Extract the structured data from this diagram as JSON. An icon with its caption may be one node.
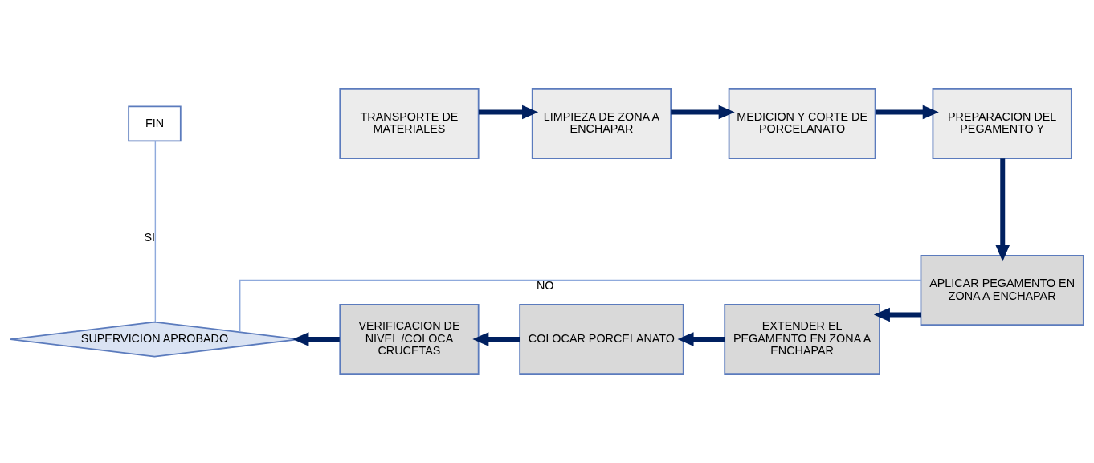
{
  "diagram": {
    "nodes": [
      {
        "text": [
          "FIN"
        ]
      },
      {
        "text": [
          "SUPERVICION APROBADO"
        ]
      },
      {
        "text": [
          "TRANSPORTE DE MATERIALES"
        ]
      },
      {
        "text": [
          "LIMPIEZA DE ZONA A ENCHAPAR"
        ]
      },
      {
        "text": [
          "MEDICION Y CORTE DE PORCELANATO"
        ]
      },
      {
        "text": [
          "PREPARACION DEL PEGAMENTO Y"
        ]
      },
      {
        "text": [
          "APLICAR PEGAMENTO EN ZONA A ENCHAPAR"
        ]
      },
      {
        "text": [
          "EXTENDER EL PEGAMENTO EN ZONA A ENCHAPAR"
        ]
      },
      {
        "text": [
          "COLOCAR PORCELANATO"
        ]
      },
      {
        "text": [
          "VERIFICACION DE NIVEL /COLOCA CRUCETAS"
        ]
      }
    ],
    "edges": [
      {
        "from": 2,
        "to": 3,
        "arrow": "to"
      },
      {
        "from": 3,
        "to": 4,
        "arrow": "to"
      },
      {
        "from": 4,
        "to": 5,
        "arrow": "to"
      },
      {
        "from": 5,
        "to": 6,
        "arrow": "to"
      },
      {
        "from": 6,
        "to": 7,
        "arrow": "to"
      },
      {
        "from": 7,
        "to": 8,
        "arrow": "to"
      },
      {
        "from": 8,
        "to": 9,
        "arrow": "to"
      },
      {
        "from": 9,
        "to": 1,
        "arrow": "to"
      },
      {
        "from": 1,
        "to": 0,
        "arrow": "none",
        "label": "SI",
        "color": "#8faadc"
      },
      {
        "from": 1,
        "to": 6,
        "arrow": "none",
        "label": "NO",
        "color": "#8faadc"
      }
    ]
  }
}
